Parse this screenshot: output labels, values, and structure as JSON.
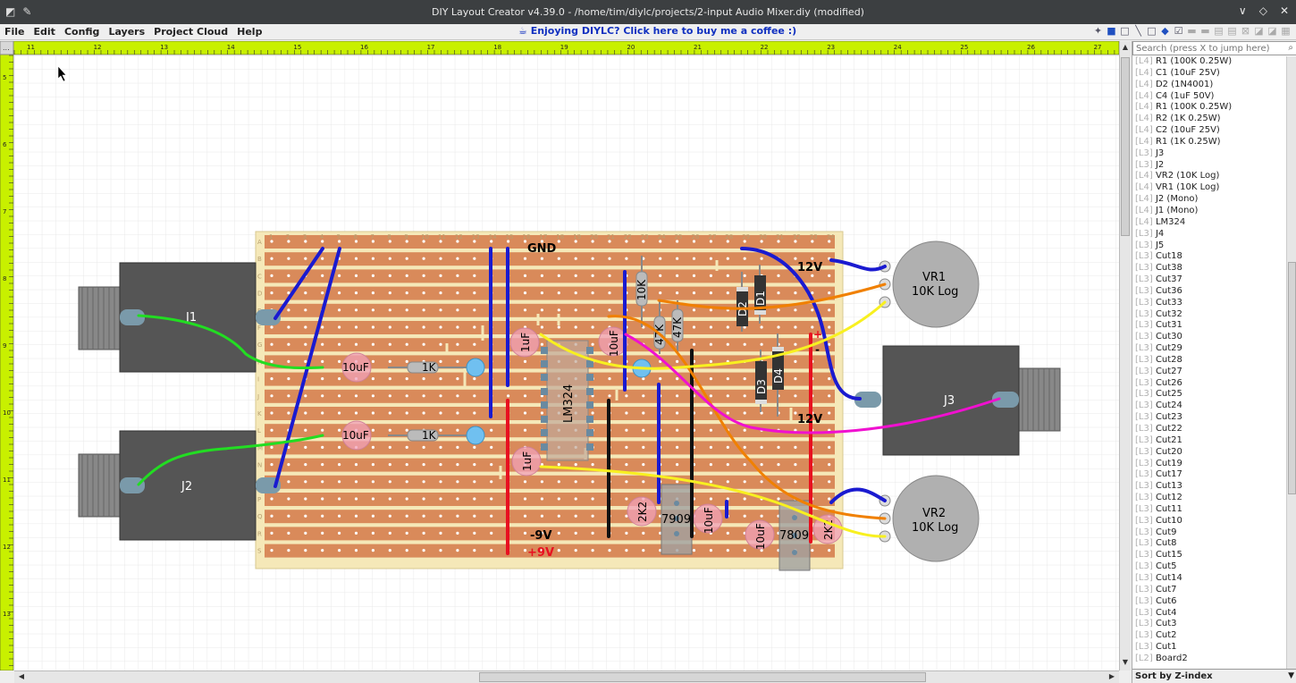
{
  "window": {
    "title": "DIY Layout Creator v4.39.0 - /home/tim/diylc/projects/2-input Audio Mixer.diy (modified)",
    "controls": [
      "∨",
      "◇",
      "✕"
    ]
  },
  "menu": {
    "items": [
      "File",
      "Edit",
      "Config",
      "Layers",
      "Project Cloud",
      "Help"
    ],
    "promo": "☕ Enjoying DIYLC? Click here to buy me a coffee :)"
  },
  "toolbar": {
    "icons": [
      "magic-icon",
      "cube-icon",
      "square-icon",
      "line-icon",
      "rect-outline-icon",
      "eyedropper-icon",
      "checkbox-icon",
      "group-icon",
      "ungroup-icon",
      "bring-front-icon",
      "send-back-icon",
      "rotate-icon",
      "flip-h-icon",
      "flip-v-icon",
      "snap-icon"
    ]
  },
  "rulers": {
    "top_labels": [
      "11",
      "12",
      "13",
      "14",
      "15",
      "16",
      "17",
      "18",
      "19",
      "20",
      "21",
      "22",
      "23",
      "24",
      "25",
      "26",
      "27"
    ],
    "left_labels": [
      "5",
      "6",
      "7",
      "8",
      "9",
      "10",
      "11",
      "12",
      "13"
    ],
    "corner": "..."
  },
  "board": {
    "column_numbers": [
      "1",
      "2",
      "3",
      "4",
      "5",
      "6",
      "7",
      "8",
      "9",
      "10",
      "11",
      "12",
      "13",
      "14",
      "15",
      "16",
      "17",
      "18",
      "19",
      "20",
      "21",
      "22",
      "23",
      "24",
      "25",
      "26",
      "27",
      "28",
      "29",
      "30",
      "31",
      "32",
      "33",
      "34"
    ],
    "row_letters": [
      "A",
      "B",
      "C",
      "D",
      "E",
      "F",
      "G",
      "H",
      "I",
      "J",
      "K",
      "L",
      "M",
      "N",
      "O",
      "P",
      "Q",
      "R",
      "S"
    ],
    "labels": {
      "gnd": "GND",
      "v12_top": "12V",
      "v12_mid": "12V",
      "neg9v": "-9V",
      "pos9v": "+9V",
      "plus": "+",
      "minus": "-"
    }
  },
  "components": {
    "j1": "J1",
    "j2": "J2",
    "j3": "J3",
    "vr1_name": "VR1",
    "vr1_value": "10K Log",
    "vr2_name": "VR2",
    "vr2_value": "10K Log",
    "c_10uf_a": "10uF",
    "c_10uf_b": "10uF",
    "c_10uf_c": "10uF",
    "c_10uf_d": "10uF",
    "c_10uf_e": "10uF",
    "c_1uf_a": "1uF",
    "c_1uf_b": "1uF",
    "r_1k_a": "1K",
    "r_1k_b": "1K",
    "r_10k": "10K",
    "r_47k_a": "47K",
    "r_47k_b": "47K",
    "r_2k2_a": "2K2",
    "r_2k2_b": "2K2",
    "ic": "LM324",
    "reg_7909": "7909",
    "reg_7809": "7809",
    "d1": "D1",
    "d2": "D2",
    "d3": "D3",
    "d4": "D4"
  },
  "colors": {
    "ruler": "#c8f000",
    "board": "#f5e8b8",
    "strip": "#d98a5a",
    "wire_blue": "#1a1ad0",
    "wire_red": "#e81020",
    "wire_black": "#111111",
    "wire_green": "#22dd22",
    "wire_orange": "#f08000",
    "wire_yellow": "#f8f020",
    "wire_magenta": "#f010d0"
  },
  "panel": {
    "search_placeholder": "Search (press X to jump here)",
    "items": [
      {
        "layer": "[L4]",
        "name": "R1 (100K 0.25W)"
      },
      {
        "layer": "[L4]",
        "name": "C1 (10uF 25V)"
      },
      {
        "layer": "[L4]",
        "name": "D2 (1N4001)"
      },
      {
        "layer": "[L4]",
        "name": "C4 (1uF 50V)"
      },
      {
        "layer": "[L4]",
        "name": "R1 (100K 0.25W)"
      },
      {
        "layer": "[L4]",
        "name": "R2 (1K 0.25W)"
      },
      {
        "layer": "[L4]",
        "name": "C2 (10uF 25V)"
      },
      {
        "layer": "[L4]",
        "name": "R1 (1K 0.25W)"
      },
      {
        "layer": "[L3]",
        "name": "J3"
      },
      {
        "layer": "[L3]",
        "name": "J2"
      },
      {
        "layer": "[L4]",
        "name": "VR2 (10K Log)"
      },
      {
        "layer": "[L4]",
        "name": "VR1 (10K Log)"
      },
      {
        "layer": "[L4]",
        "name": "J2 (Mono)"
      },
      {
        "layer": "[L4]",
        "name": "J1 (Mono)"
      },
      {
        "layer": "[L4]",
        "name": "LM324"
      },
      {
        "layer": "[L3]",
        "name": "J4"
      },
      {
        "layer": "[L3]",
        "name": "J5"
      },
      {
        "layer": "[L3]",
        "name": "Cut18"
      },
      {
        "layer": "[L3]",
        "name": "Cut38"
      },
      {
        "layer": "[L3]",
        "name": "Cut37"
      },
      {
        "layer": "[L3]",
        "name": "Cut36"
      },
      {
        "layer": "[L3]",
        "name": "Cut33"
      },
      {
        "layer": "[L3]",
        "name": "Cut32"
      },
      {
        "layer": "[L3]",
        "name": "Cut31"
      },
      {
        "layer": "[L3]",
        "name": "Cut30"
      },
      {
        "layer": "[L3]",
        "name": "Cut29"
      },
      {
        "layer": "[L3]",
        "name": "Cut28"
      },
      {
        "layer": "[L3]",
        "name": "Cut27"
      },
      {
        "layer": "[L3]",
        "name": "Cut26"
      },
      {
        "layer": "[L3]",
        "name": "Cut25"
      },
      {
        "layer": "[L3]",
        "name": "Cut24"
      },
      {
        "layer": "[L3]",
        "name": "Cut23"
      },
      {
        "layer": "[L3]",
        "name": "Cut22"
      },
      {
        "layer": "[L3]",
        "name": "Cut21"
      },
      {
        "layer": "[L3]",
        "name": "Cut20"
      },
      {
        "layer": "[L3]",
        "name": "Cut19"
      },
      {
        "layer": "[L3]",
        "name": "Cut17"
      },
      {
        "layer": "[L3]",
        "name": "Cut13"
      },
      {
        "layer": "[L3]",
        "name": "Cut12"
      },
      {
        "layer": "[L3]",
        "name": "Cut11"
      },
      {
        "layer": "[L3]",
        "name": "Cut10"
      },
      {
        "layer": "[L3]",
        "name": "Cut9"
      },
      {
        "layer": "[L3]",
        "name": "Cut8"
      },
      {
        "layer": "[L3]",
        "name": "Cut15"
      },
      {
        "layer": "[L3]",
        "name": "Cut5"
      },
      {
        "layer": "[L3]",
        "name": "Cut14"
      },
      {
        "layer": "[L3]",
        "name": "Cut7"
      },
      {
        "layer": "[L3]",
        "name": "Cut6"
      },
      {
        "layer": "[L3]",
        "name": "Cut4"
      },
      {
        "layer": "[L3]",
        "name": "Cut3"
      },
      {
        "layer": "[L3]",
        "name": "Cut2"
      },
      {
        "layer": "[L3]",
        "name": "Cut1"
      },
      {
        "layer": "[L2]",
        "name": "Board2"
      }
    ],
    "sort_label": "Sort by Z-index"
  }
}
